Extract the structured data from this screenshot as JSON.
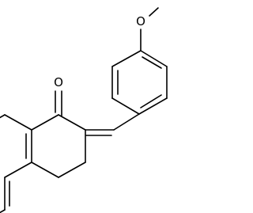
{
  "molecule": {
    "atoms": [
      {
        "id": "methyl-carbon",
        "element": "C",
        "label": ""
      },
      {
        "id": "ether-oxygen",
        "element": "O",
        "label": "O"
      },
      {
        "id": "carbonyl-oxygen",
        "element": "O",
        "label": "O"
      }
    ]
  }
}
